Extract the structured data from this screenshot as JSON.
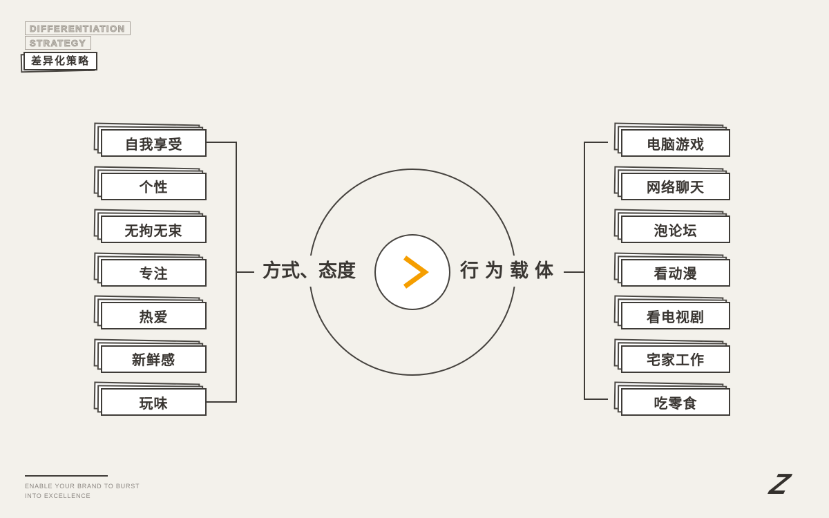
{
  "header": {
    "line1": "DIFFERENTIATION",
    "line2": "STRATEGY",
    "subtitle": "差异化策略"
  },
  "diagram": {
    "left_group": {
      "label": "方式、态度",
      "items": [
        "自我享受",
        "个性",
        "无拘无束",
        "专注",
        "热爱",
        "新鲜感",
        "玩味"
      ]
    },
    "right_group": {
      "label": "行为载体",
      "items": [
        "电脑游戏",
        "网络聊天",
        "泡论坛",
        "看动漫",
        "看电视剧",
        "宅家工作",
        "吃零食"
      ]
    },
    "center": {
      "icon": "greater-than-chevron",
      "accent_color": "#F59E00"
    }
  },
  "footer": {
    "tagline1": "ENABLE YOUR BRAND TO BURST",
    "tagline2": "INTO EXCELLENCE",
    "logo": "Z"
  },
  "colors": {
    "background": "#F3F1EB",
    "line_dark": "#3E3B37",
    "header_outline": "#A39E96",
    "footer_gray": "#8A8580",
    "accent_orange": "#F59E00"
  }
}
